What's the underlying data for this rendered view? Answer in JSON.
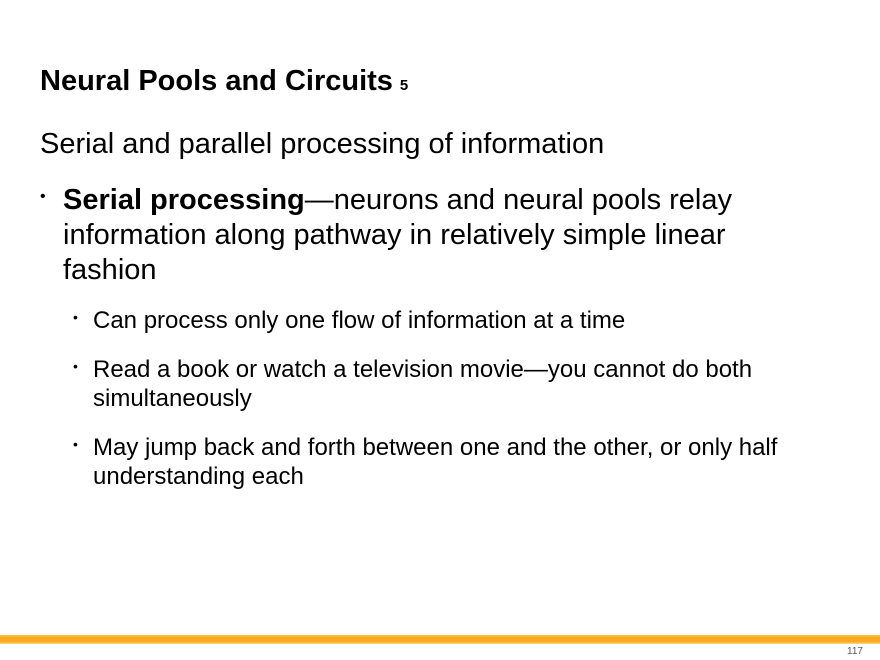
{
  "slide": {
    "title": "Neural Pools and Circuits",
    "title_ref": "5",
    "subtitle": "Serial and parallel processing of information",
    "bullet_char": "•",
    "bullet1": {
      "lead": "Serial processing",
      "rest": "—neurons and neural pools relay information along pathway in relatively simple linear fashion"
    },
    "sub_bullets": [
      "Can process only one flow of information at a time",
      "Read a book or watch a television movie—you cannot do both simultaneously",
      "May jump back and forth between one and the other, or only half understanding each"
    ]
  },
  "footer": {
    "bar_color": "#f9a91c",
    "page_number": "117"
  }
}
